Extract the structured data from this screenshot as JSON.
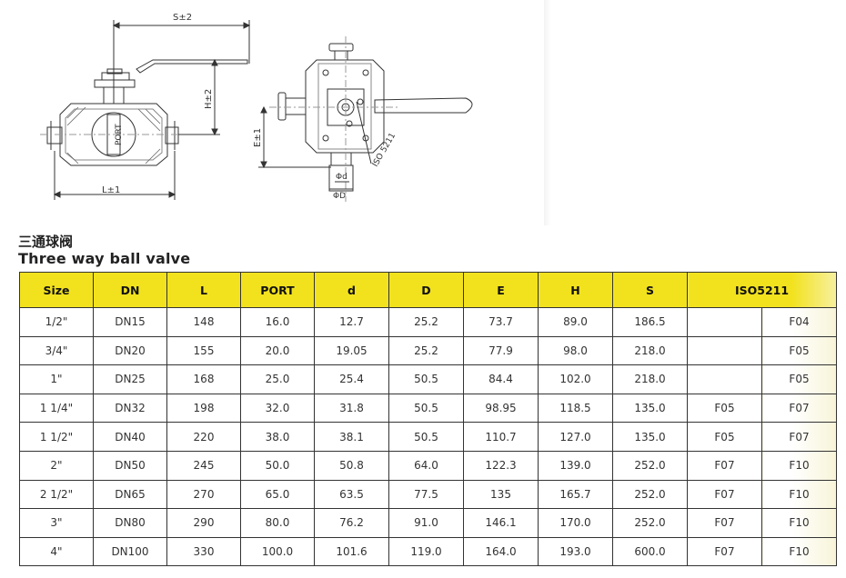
{
  "drawing": {
    "dim_s": "S±2",
    "dim_h": "H±2",
    "dim_l": "L±1",
    "dim_e": "E±1",
    "port_label": "PORT",
    "iso_label": "ISO 5211",
    "dim_d_small": "Φd",
    "dim_d_large": "ΦD"
  },
  "title_cn": "三通球阀",
  "title_en": "Three way ball valve",
  "colors": {
    "header_bg": "#f2e21e",
    "border": "#333333"
  },
  "table": {
    "headers": [
      "Size",
      "DN",
      "L",
      "PORT",
      "d",
      "D",
      "E",
      "H",
      "S",
      "ISO5211"
    ],
    "rows": [
      [
        "1/2\"",
        "DN15",
        "148",
        "16.0",
        "12.7",
        "25.2",
        "73.7",
        "89.0",
        "186.5",
        "",
        "F04"
      ],
      [
        "3/4\"",
        "DN20",
        "155",
        "20.0",
        "19.05",
        "25.2",
        "77.9",
        "98.0",
        "218.0",
        "",
        "F05"
      ],
      [
        "1\"",
        "DN25",
        "168",
        "25.0",
        "25.4",
        "50.5",
        "84.4",
        "102.0",
        "218.0",
        "",
        "F05"
      ],
      [
        "1 1/4\"",
        "DN32",
        "198",
        "32.0",
        "31.8",
        "50.5",
        "98.95",
        "118.5",
        "135.0",
        "F05",
        "F07"
      ],
      [
        "1 1/2\"",
        "DN40",
        "220",
        "38.0",
        "38.1",
        "50.5",
        "110.7",
        "127.0",
        "135.0",
        "F05",
        "F07"
      ],
      [
        "2\"",
        "DN50",
        "245",
        "50.0",
        "50.8",
        "64.0",
        "122.3",
        "139.0",
        "252.0",
        "F07",
        "F10"
      ],
      [
        "2 1/2\"",
        "DN65",
        "270",
        "65.0",
        "63.5",
        "77.5",
        "135",
        "165.7",
        "252.0",
        "F07",
        "F10"
      ],
      [
        "3\"",
        "DN80",
        "290",
        "80.0",
        "76.2",
        "91.0",
        "146.1",
        "170.0",
        "252.0",
        "F07",
        "F10"
      ],
      [
        "4\"",
        "DN100",
        "330",
        "100.0",
        "101.6",
        "119.0",
        "164.0",
        "193.0",
        "600.0",
        "F07",
        "F10"
      ]
    ]
  }
}
